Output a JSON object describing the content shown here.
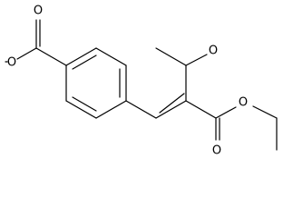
{
  "structure": {
    "atoms": {
      "ester_carbonyl_oxygen_left": "O",
      "ester_ether_oxygen_left": "O",
      "ketone_oxygen": "O",
      "ester_carbonyl_oxygen_right": "O",
      "ester_ether_oxygen_right": "O"
    }
  }
}
